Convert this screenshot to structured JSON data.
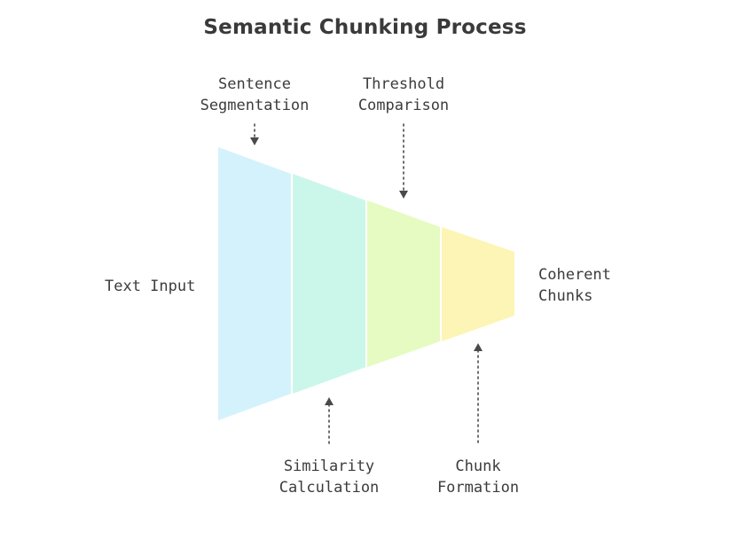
{
  "title": "Semantic Chunking Process",
  "stages": [
    {
      "name": "Text Input",
      "color": "#d4f2fb"
    },
    {
      "name": "Sentence Segmentation",
      "color": "#cbf7ea"
    },
    {
      "name": "Similarity Calculation",
      "color": "#e6fbc1"
    },
    {
      "name": "Threshold Comparison",
      "color": "#fdf5b5"
    }
  ],
  "labels": {
    "text_input": [
      "Text Input"
    ],
    "sentence_segmentation": [
      "Sentence",
      "Segmentation"
    ],
    "threshold_comparison": [
      "Threshold",
      "Comparison"
    ],
    "similarity_calculation": [
      "Similarity",
      "Calculation"
    ],
    "chunk_formation": [
      "Chunk",
      "Formation"
    ],
    "coherent_chunks": [
      "Coherent",
      "Chunks"
    ]
  },
  "colors": {
    "stage_1": "#d4f2fb",
    "stage_2": "#cbf7ea",
    "stage_3": "#e6fbc1",
    "stage_4": "#fdf5b5",
    "arrow": "#4a4a4a",
    "text": "#3a3a3a"
  }
}
